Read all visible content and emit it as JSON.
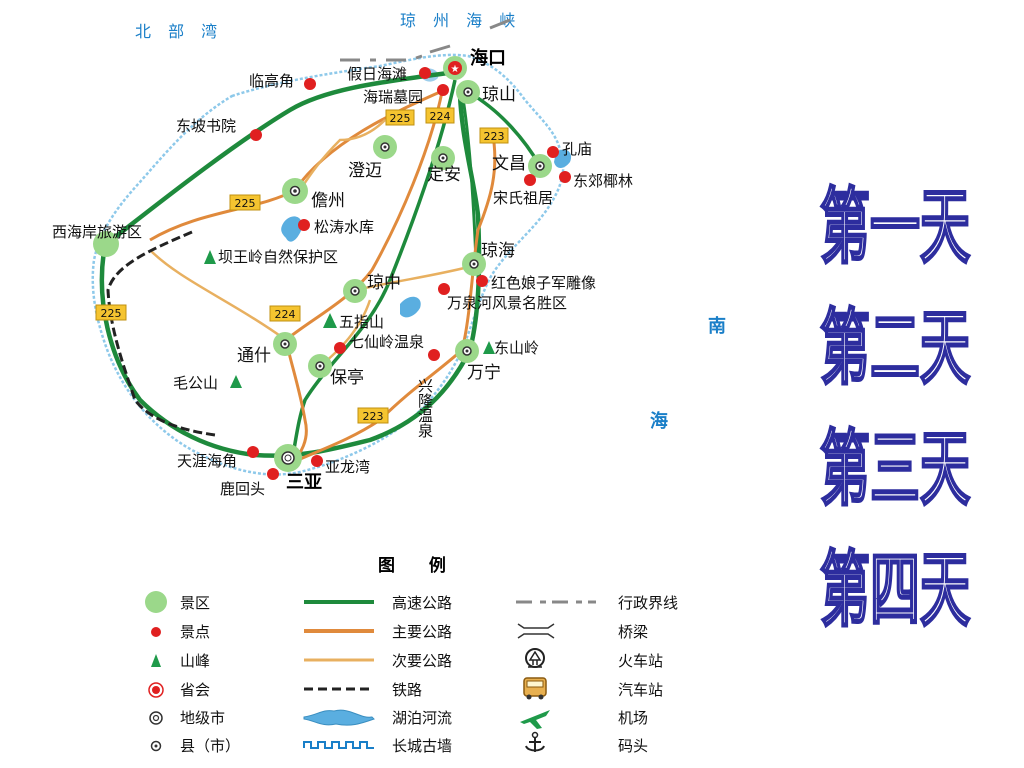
{
  "seas": {
    "beibu_gulf": "北 部 湾",
    "qiongzhou_strait": "琼 州 海 峡",
    "south_sea_1": "南",
    "south_sea_2": "海"
  },
  "capital": {
    "label": "海口",
    "icon": "star-circle-icon"
  },
  "cities": [
    {
      "id": "qiongshan",
      "label": "琼山"
    },
    {
      "id": "chengmai",
      "label": "澄迈"
    },
    {
      "id": "dingan",
      "label": "定安"
    },
    {
      "id": "wenchang",
      "label": "文昌"
    },
    {
      "id": "danzhou",
      "label": "儋州"
    },
    {
      "id": "qionghai",
      "label": "琼海"
    },
    {
      "id": "qiongzhong",
      "label": "琼中"
    },
    {
      "id": "tongshi",
      "label": "通什"
    },
    {
      "id": "baoting",
      "label": "保亭"
    },
    {
      "id": "wanning",
      "label": "万宁"
    },
    {
      "id": "sanya",
      "label": "三亚"
    }
  ],
  "spots": [
    {
      "id": "lingaojiao",
      "label": "临高角"
    },
    {
      "id": "jiari",
      "label": "假日海滩"
    },
    {
      "id": "hairui",
      "label": "海瑞墓园"
    },
    {
      "id": "dongpo",
      "label": "东坡书院"
    },
    {
      "id": "kongmiao",
      "label": "孔庙"
    },
    {
      "id": "dongjiao",
      "label": "东郊椰林"
    },
    {
      "id": "songshi",
      "label": "宋氏祖居"
    },
    {
      "id": "songtao",
      "label": "松涛水库"
    },
    {
      "id": "hongse",
      "label": "红色娘子军雕像"
    },
    {
      "id": "wanquan",
      "label": "万泉河风景名胜区"
    },
    {
      "id": "qixian",
      "label": "七仙岭温泉"
    },
    {
      "id": "xinglong",
      "label": "兴隆温泉"
    },
    {
      "id": "tianya",
      "label": "天涯海角"
    },
    {
      "id": "yalong",
      "label": "亚龙湾"
    },
    {
      "id": "luhuitou",
      "label": "鹿回头"
    }
  ],
  "scenic_areas": [
    {
      "id": "xihaian",
      "label": "西海岸旅游区"
    }
  ],
  "peaks": [
    {
      "id": "bawangling",
      "label": "坝王岭自然保护区"
    },
    {
      "id": "wuzhishan",
      "label": "五指山"
    },
    {
      "id": "dongshanling",
      "label": "东山岭"
    },
    {
      "id": "maogongshan",
      "label": "毛公山"
    }
  ],
  "road_numbers": [
    "225",
    "224",
    "223",
    "225",
    "225",
    "224",
    "223"
  ],
  "colors": {
    "expressway": "#1e8a3c",
    "main_road": "#e08a3c",
    "secondary_road": "#e8b060",
    "railway": "#222222",
    "water": "#5aaee0",
    "scenic_area": "#9bd88a",
    "spot": "#e02020",
    "peak": "#1f9a4a",
    "day_stroke": "#2d2d9e",
    "sea_text": "#1a7fc8"
  },
  "legend": {
    "title": "图 例",
    "items": [
      {
        "label": "景区",
        "icon": "scenic-area-icon"
      },
      {
        "label": "景点",
        "icon": "spot-icon"
      },
      {
        "label": "山峰",
        "icon": "peak-icon"
      },
      {
        "label": "省会",
        "icon": "capital-icon"
      },
      {
        "label": "地级市",
        "icon": "prefecture-city-icon"
      },
      {
        "label": "县（市）",
        "icon": "county-icon"
      },
      {
        "label": "高速公路",
        "icon": "expressway-icon"
      },
      {
        "label": "主要公路",
        "icon": "main-road-icon"
      },
      {
        "label": "次要公路",
        "icon": "secondary-road-icon"
      },
      {
        "label": "铁路",
        "icon": "railway-icon"
      },
      {
        "label": "湖泊河流",
        "icon": "lake-river-icon"
      },
      {
        "label": "长城古墙",
        "icon": "great-wall-icon"
      },
      {
        "label": "行政界线",
        "icon": "admin-boundary-icon"
      },
      {
        "label": "桥梁",
        "icon": "bridge-icon"
      },
      {
        "label": "火车站",
        "icon": "train-station-icon"
      },
      {
        "label": "汽车站",
        "icon": "bus-station-icon"
      },
      {
        "label": "机场",
        "icon": "airport-icon"
      },
      {
        "label": "码头",
        "icon": "anchor-icon"
      }
    ]
  },
  "days": [
    "第一天",
    "第二天",
    "第三天",
    "第四天"
  ]
}
